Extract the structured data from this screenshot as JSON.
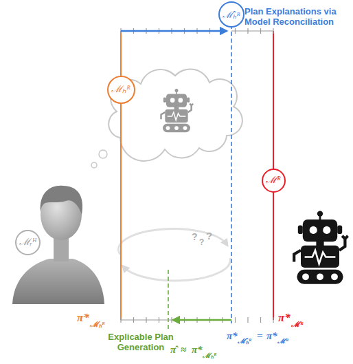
{
  "diagram": {
    "nodes": [
      {
        "text": [
          "ℳ̂ₕᴿ"
        ]
      },
      {
        "text": [
          "ℳₕᴿ"
        ]
      },
      {
        "text": [
          "ℳᴿ"
        ]
      },
      {
        "text": [
          "ℳᵣᴴ"
        ]
      }
    ],
    "labels": [
      "Plan Explanations via Model Reconciliation",
      "π*",
      "ℳₕᴿ",
      "π*",
      "ℳᴿ",
      "π*",
      "ℳ̂ₕᴿ",
      "=",
      "π*",
      "ℳᴿ",
      "Explicable Plan Generation",
      "π̂",
      "≈",
      "π*",
      "ℳₕᴿ",
      "?",
      "?",
      "?"
    ]
  }
}
